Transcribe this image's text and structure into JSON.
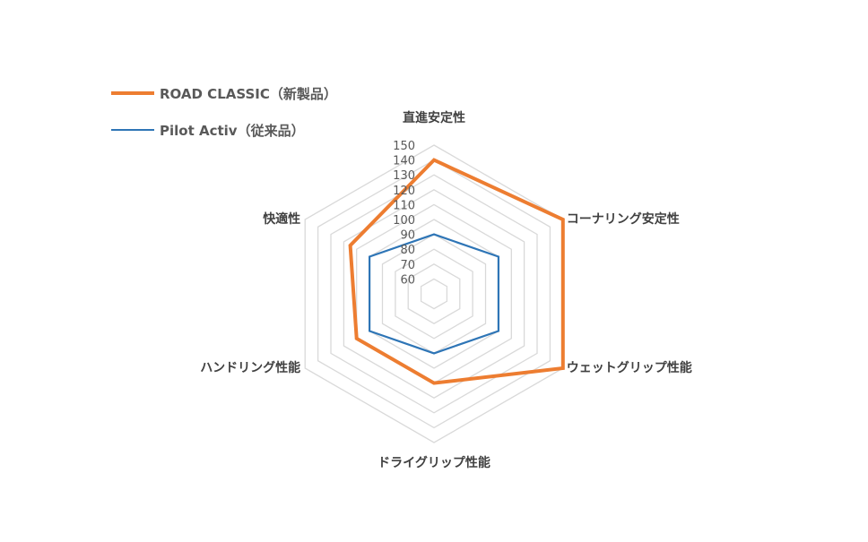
{
  "chart_data": {
    "type": "radar",
    "categories": [
      "直進安定性",
      "コーナリング安定性",
      "ウェットグリップ性能",
      "ドライグリップ性能",
      "ハンドリング性能",
      "快適性"
    ],
    "series": [
      {
        "name": "ROAD CLASSIC（新製品）",
        "color": "#ED7D31",
        "values": [
          140,
          150,
          150,
          110,
          110,
          115
        ]
      },
      {
        "name": "Pilot Activ（従来品）",
        "color": "#2E75B6",
        "values": [
          90,
          100,
          100,
          90,
          100,
          100
        ]
      }
    ],
    "rlim": [
      50,
      150
    ],
    "ticks": [
      60,
      70,
      80,
      90,
      100,
      110,
      120,
      130,
      140,
      150
    ],
    "grid": true,
    "legend": "top-left",
    "grid_color": "#D9D9D9"
  }
}
